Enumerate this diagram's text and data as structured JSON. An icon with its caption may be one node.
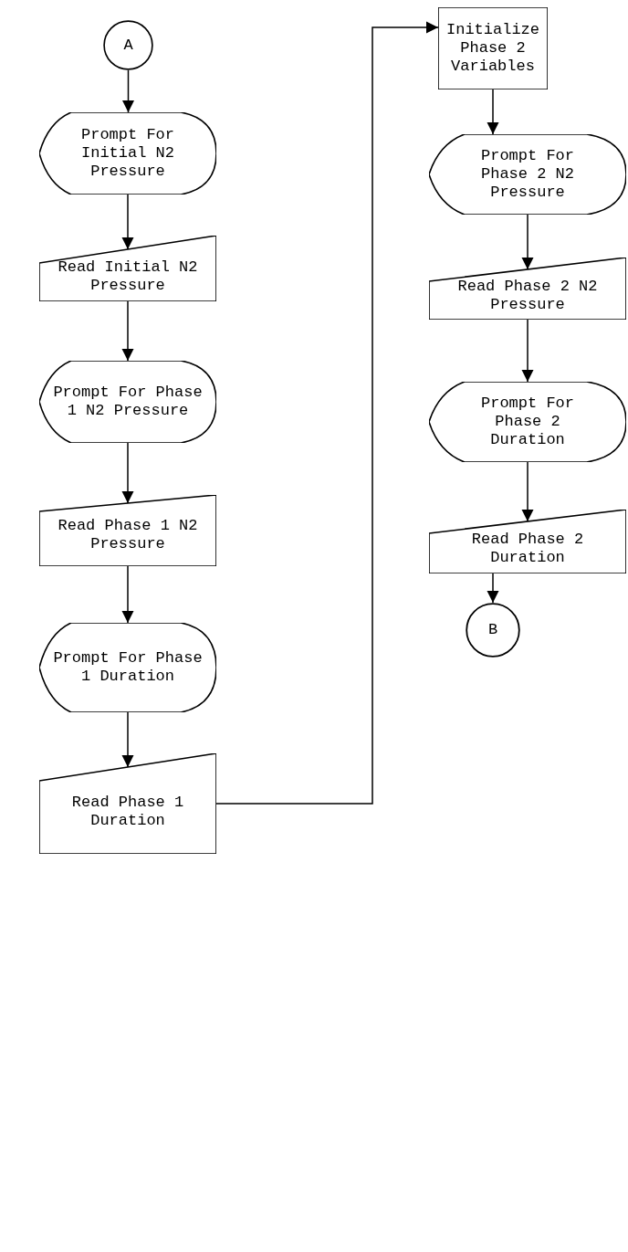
{
  "diagram": {
    "nodes": [
      {
        "text": [
          "A"
        ]
      },
      {
        "text": [
          "Prompt For Initial N2 Pressure"
        ]
      },
      {
        "text": [
          "Read Initial N2 Pressure"
        ]
      },
      {
        "text": [
          "Prompt For Phase 1 N2 Pressure"
        ]
      },
      {
        "text": [
          "Read Phase 1 N2 Pressure"
        ]
      },
      {
        "text": [
          "Prompt For Phase 1 Duration"
        ]
      },
      {
        "text": [
          "Read Phase 1 Duration"
        ]
      },
      {
        "text": [
          "Initialize Phase 2 Variables"
        ]
      },
      {
        "text": [
          "Prompt For Phase 2 N2 Pressure"
        ]
      },
      {
        "text": [
          "Read Phase 2 N2 Pressure"
        ]
      },
      {
        "text": [
          "Prompt For Phase 2 Duration"
        ]
      },
      {
        "text": [
          "Read Phase 2 Duration"
        ]
      },
      {
        "text": [
          "B"
        ]
      }
    ],
    "edges": [
      {
        "from": 0,
        "to": 1,
        "arrow": "to"
      },
      {
        "from": 1,
        "to": 2,
        "arrow": "to"
      },
      {
        "from": 2,
        "to": 3,
        "arrow": "to"
      },
      {
        "from": 3,
        "to": 4,
        "arrow": "to"
      },
      {
        "from": 4,
        "to": 5,
        "arrow": "to"
      },
      {
        "from": 5,
        "to": 6,
        "arrow": "to"
      },
      {
        "from": 6,
        "to": 7,
        "arrow": "to"
      },
      {
        "from": 7,
        "to": 8,
        "arrow": "to"
      },
      {
        "from": 8,
        "to": 9,
        "arrow": "to"
      },
      {
        "from": 9,
        "to": 10,
        "arrow": "to"
      },
      {
        "from": 10,
        "to": 11,
        "arrow": "to"
      },
      {
        "from": 11,
        "to": 12,
        "arrow": "to"
      }
    ]
  }
}
